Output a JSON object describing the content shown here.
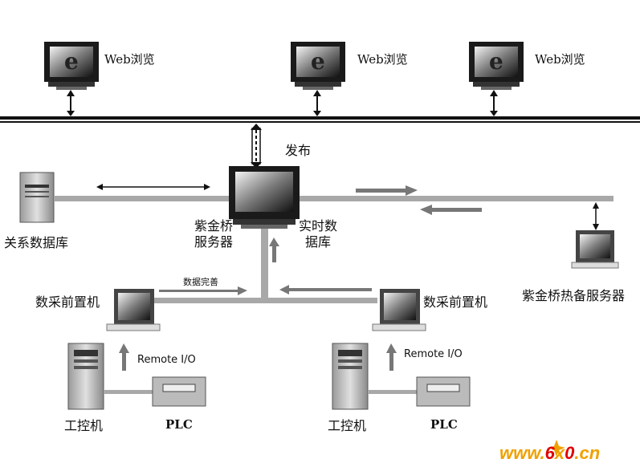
{
  "labels": {
    "web_browse_1": "Web浏览",
    "web_browse_2": "Web浏览",
    "web_browse_3": "Web浏览",
    "publish": "发布",
    "relational_db": "关系数据库",
    "server_name_line1": "紫金桥",
    "server_name_line2": "服务器",
    "realtime_db_line1": "实时数",
    "realtime_db_line2": "据库",
    "hot_standby": "紫金桥热备服务器",
    "data_improve": "数据完善",
    "daq_front_1": "数采前置机",
    "daq_front_2": "数采前置机",
    "remote_io_1": "Remote I/O",
    "remote_io_2": "Remote I/O",
    "ipc_1": "工控机",
    "ipc_2": "工控机",
    "plc_1": "PLC",
    "plc_2": "PLC"
  },
  "watermark": {
    "prefix": "www.",
    "brand_a": "6",
    "brand_x": "x",
    "brand_b": "0",
    "suffix": ".cn"
  },
  "colors": {
    "bus": "#111111",
    "lan": "#a8a8a8",
    "arrow_gray": "#777777",
    "watermark_orange": "#f0a000",
    "watermark_red": "#e00000"
  }
}
